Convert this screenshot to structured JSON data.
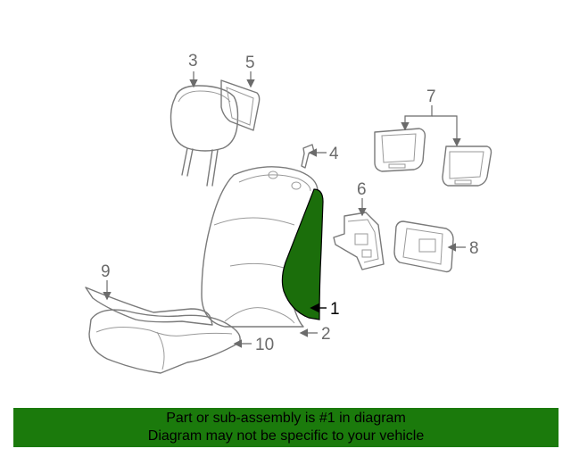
{
  "diagram": {
    "callouts": {
      "c1": "1",
      "c2": "2",
      "c3": "3",
      "c4": "4",
      "c5": "5",
      "c6": "6",
      "c7": "7",
      "c8": "8",
      "c9": "9",
      "c10": "10"
    },
    "highlight_part": "1",
    "highlight_color": "#1b6e0b"
  },
  "banner": {
    "line1": "Part or sub-assembly is #1 in diagram",
    "line2": "Diagram may not be specific to your vehicle",
    "background": "#1b7a0c"
  }
}
